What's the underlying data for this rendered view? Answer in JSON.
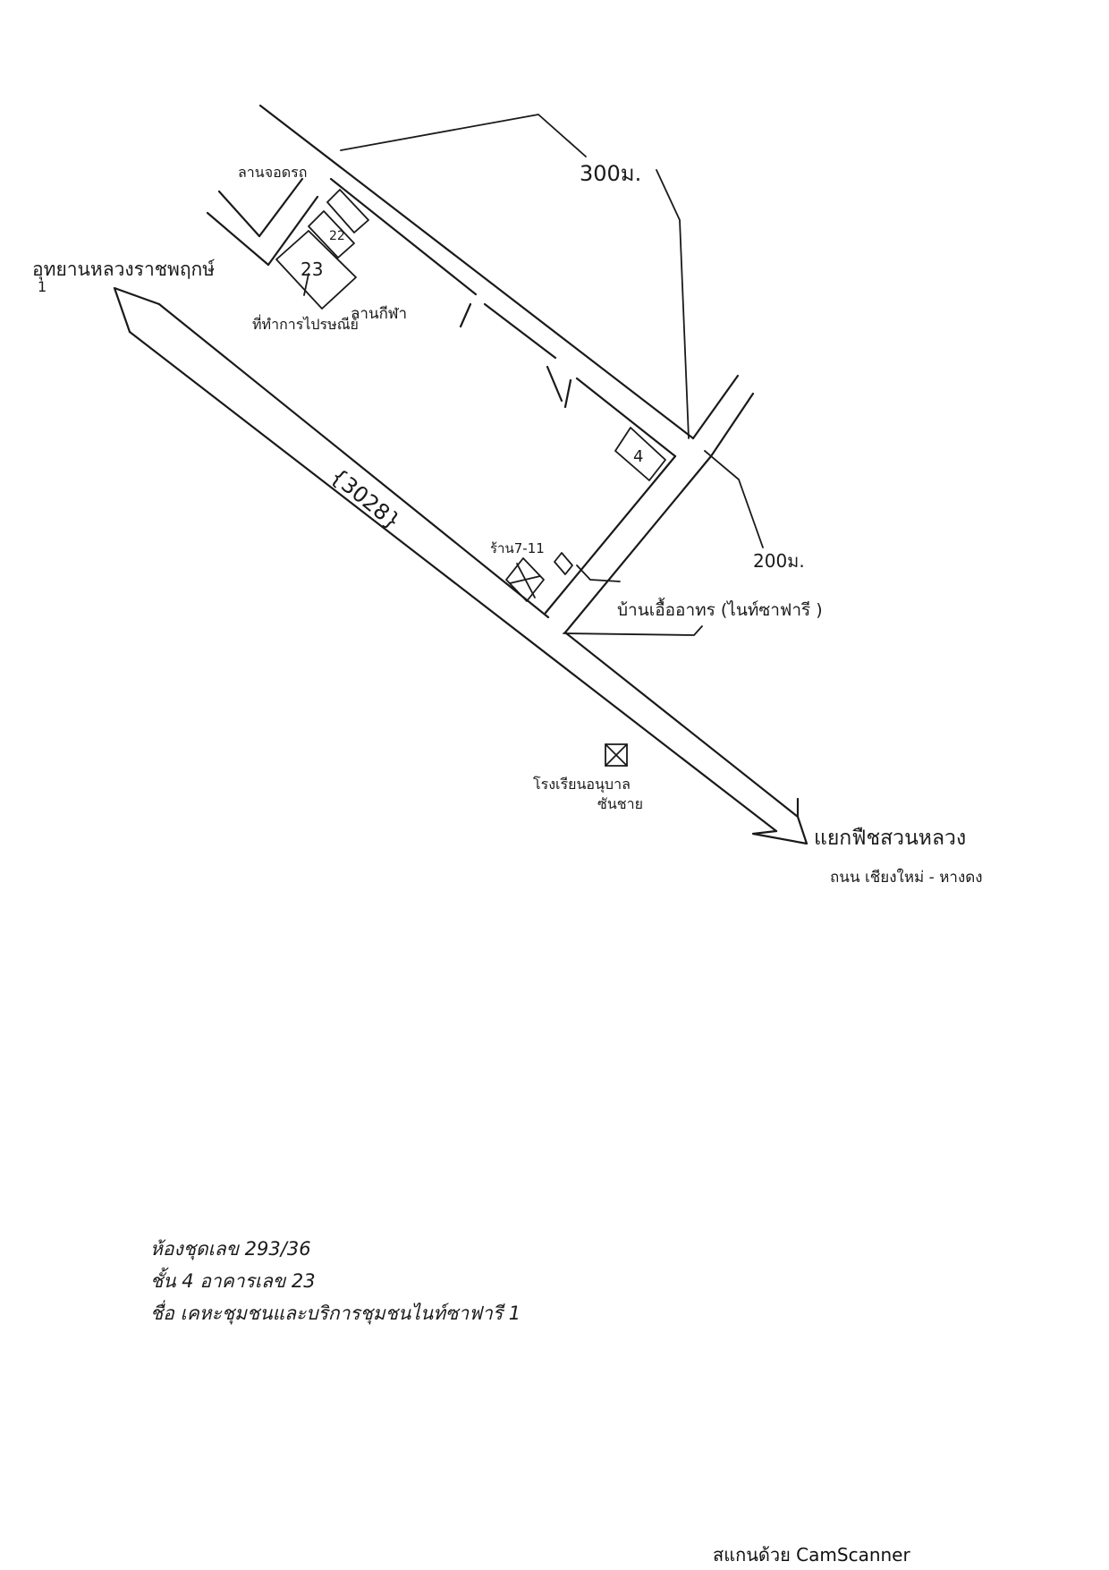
{
  "map": {
    "labels": {
      "park": "อุทยานหลวงราชพฤกษ์",
      "park_number": "1",
      "parking": "ลานจอดรถ",
      "post_office": "ที่ทำการไปรษณีย์",
      "sport_field": "ลานกีฬา",
      "building_23": "23",
      "building_22": "22",
      "building_4": "4",
      "road_number": "{3028}",
      "seven_eleven": "ร้าน7-11",
      "community_sign": "บ้านเอื้ออาทร (ไนท์ซาฟารี )",
      "distance_top": "300ม.",
      "distance_right": "200ม.",
      "school_line1": "โรงเรียนอนุบาล",
      "school_line2": "ซันชาย",
      "junction": "แยกฟืชสวนหลวง",
      "highway": "ถนน เชียงใหม่ - หางดง"
    }
  },
  "notes": {
    "line1": "ห้องชุดเลข 293/36",
    "line2": "ชั้น 4 อาคารเลข 23",
    "line3": "ชื่อ เคหะชุมชนและบริการชุมชนไนท์ซาฟารี 1"
  },
  "footer": {
    "scanner": "สแกนด้วย CamScanner"
  }
}
